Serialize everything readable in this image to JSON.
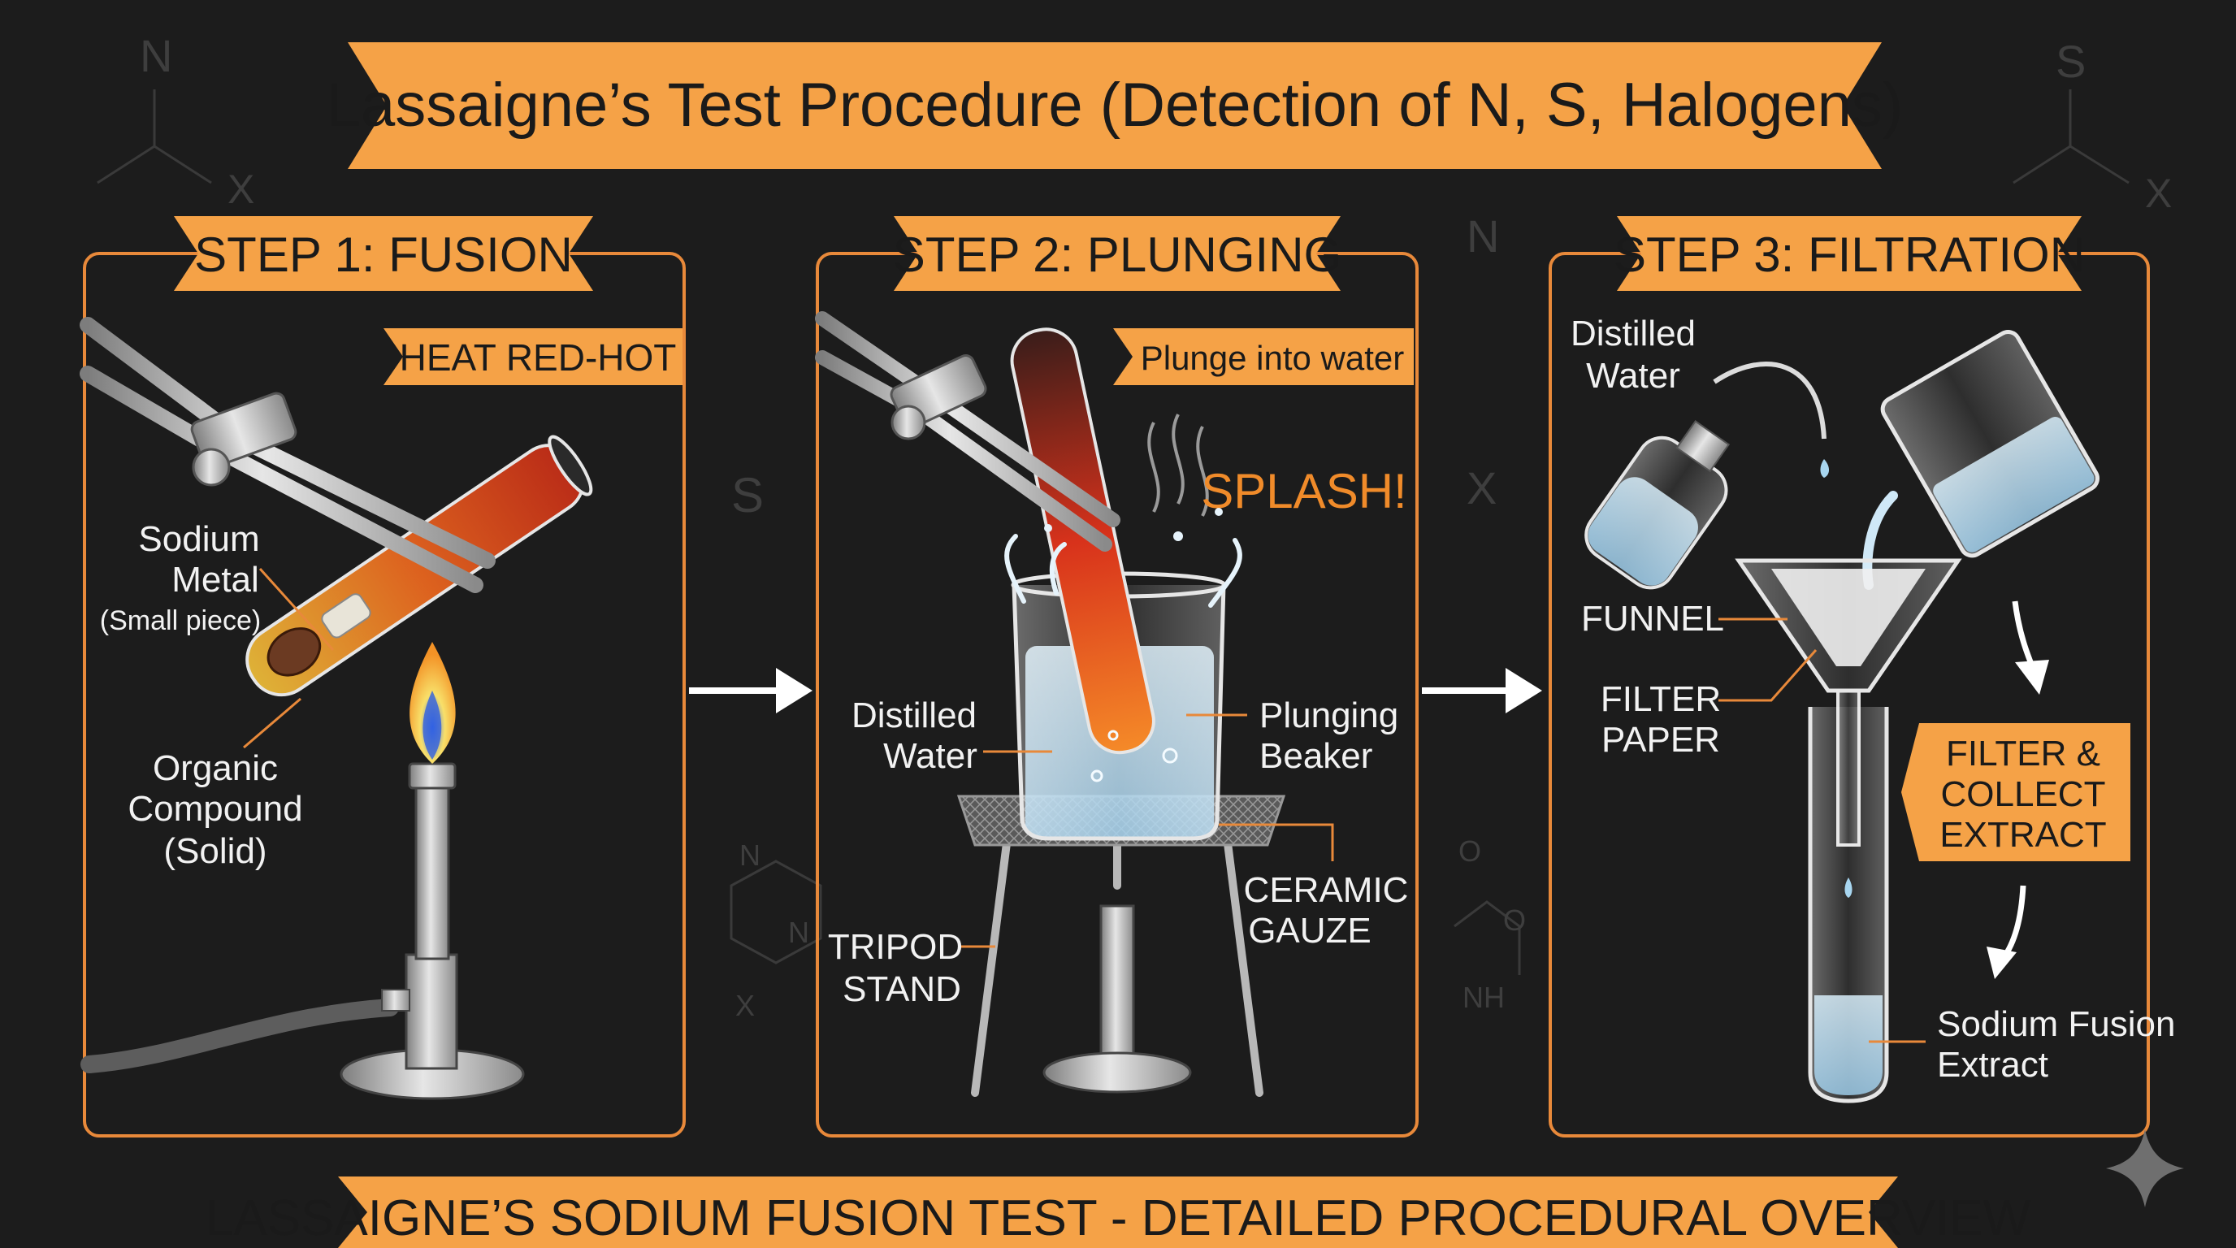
{
  "title": "Lassaigne’s Test Procedure (Detection of N, S, Halogens)",
  "footer": "LASSAIGNE’S SODIUM FUSION TEST - DETAILED PROCEDURAL OVERVIEW",
  "colors": {
    "accent": "#f5a247",
    "background": "#1c1c1c",
    "panel_border": "#e8893a",
    "label_text": "#f2f2f2",
    "flame": "#f6b53c",
    "molten": "#e0431d",
    "water": "#b8dcf0"
  },
  "steps": [
    {
      "title": "STEP 1: FUSION",
      "callout": "HEAT RED-HOT",
      "labels": {
        "sodium_1": "Sodium",
        "sodium_2": "Metal",
        "sodium_3": "(Small piece)",
        "organic_1": "Organic",
        "organic_2": "Compound",
        "organic_3": "(Solid)"
      }
    },
    {
      "title": "STEP 2: PLUNGING",
      "callout": "Plunge into water",
      "splash": "SPLASH!",
      "labels": {
        "water_1": "Distilled",
        "water_2": "Water",
        "beaker_1": "Plunging",
        "beaker_2": "Beaker",
        "gauze_1": "CERAMIC",
        "gauze_2": "GAUZE",
        "tripod_1": "TRIPOD",
        "tripod_2": "STAND"
      }
    },
    {
      "title": "STEP 3: FILTRATION",
      "callout_lines": [
        "FILTER &",
        "COLLECT",
        "EXTRACT"
      ],
      "labels": {
        "water_1": "Distilled",
        "water_2": "Water",
        "funnel": "FUNNEL",
        "filter_1": "FILTER",
        "filter_2": "PAPER",
        "extract_1": "Sodium Fusion",
        "extract_2": "Extract"
      }
    }
  ],
  "background_symbols": {
    "tl_n": "N",
    "tl_x": "X",
    "tr_s": "S",
    "tr_x": "X",
    "mid_s": "S",
    "mid_n": "N",
    "mid_x": "X",
    "ring_n1": "N",
    "ring_n2": "N",
    "ring_x": "X",
    "amide_o": "O",
    "amide_o2": "O",
    "amide_nh": "NH"
  }
}
